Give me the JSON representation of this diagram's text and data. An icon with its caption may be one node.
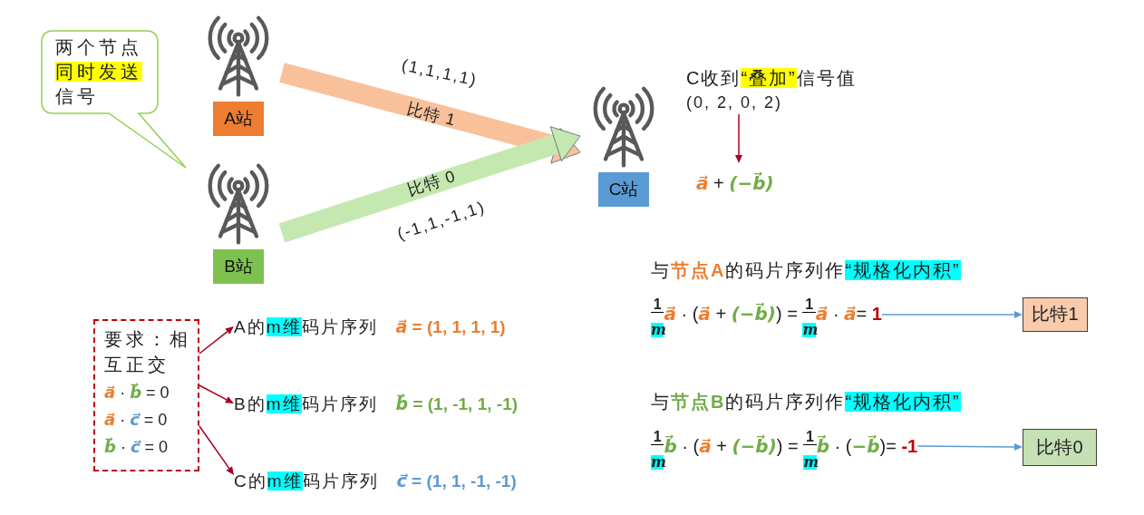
{
  "diagram": {
    "nodes": [
      {
        "text": [
          "两个节点**同时发送**信号"
        ]
      },
      {
        "text": [
          "A站"
        ]
      },
      {
        "text": [
          "B站"
        ]
      },
      {
        "text": [
          "C站"
        ]
      },
      {
        "text": [
          "C收到**“叠加”**信号值",
          "(0, 2, 0, 2)"
        ]
      },
      {
        "text": [
          "**a⃗** + **(−b⃗)**"
        ]
      },
      {
        "text": [
          "要求：相互正交",
          "**a⃗** · **b⃗** = 0",
          "**a⃗** · **c⃗** = 0",
          "**b⃗** · **c⃗** = 0"
        ]
      },
      {
        "text": [
          "A的**m维**码片序列",
          "*a⃗* = (1, 1, 1, 1)"
        ]
      },
      {
        "text": [
          "B的**m维**码片序列",
          "*b⃗* = (1, -1, 1, -1)"
        ]
      },
      {
        "text": [
          "C的**m维**码片序列",
          "*c⃗* = (1, 1, -1, -1)"
        ]
      },
      {
        "text": [
          "$^{1}$$_{m}$**a⃗** · (**a⃗** + **(−b⃗)**) = $^{1}$$_{m}$**a⃗** · **a⃗**= **1**"
        ]
      },
      {
        "text": [
          "比特1"
        ]
      },
      {
        "text": [
          "$^{1}$$_{m}$**b⃗** · (**a⃗** + **(−b⃗)**) = $^{1}$$_{m}$**b⃗** · (**−b⃗**)= **-1**"
        ]
      },
      {
        "text": [
          "比特0"
        ]
      }
    ],
    "edges": [
      {
        "from": 1,
        "to": 3,
        "arrow": "to",
        "label": "比特 1",
        "style": "thick",
        "color": "#f8c19a"
      },
      {
        "from": 2,
        "to": 3,
        "arrow": "to",
        "label": "比特 0",
        "style": "thick",
        "color": "#c5e8b0"
      },
      {
        "from": 4,
        "to": 5,
        "arrow": "to"
      },
      {
        "from": 6,
        "to": 7,
        "arrow": "to"
      },
      {
        "from": 6,
        "to": 8,
        "arrow": "to"
      },
      {
        "from": 6,
        "to": 9,
        "arrow": "to"
      },
      {
        "from": 10,
        "to": 11,
        "arrow": "to",
        "color": "#5b9bd5"
      },
      {
        "from": 12,
        "to": 13,
        "arrow": "to",
        "color": "#5b9bd5"
      }
    ],
    "labels": [
      "(1,1,1,1)",
      "(-1,1,-1,1)",
      "与**节点A**的码片序列作**“规格化内积”**",
      "与**节点B**的码片序列作**“规格化内积”**"
    ]
  }
}
